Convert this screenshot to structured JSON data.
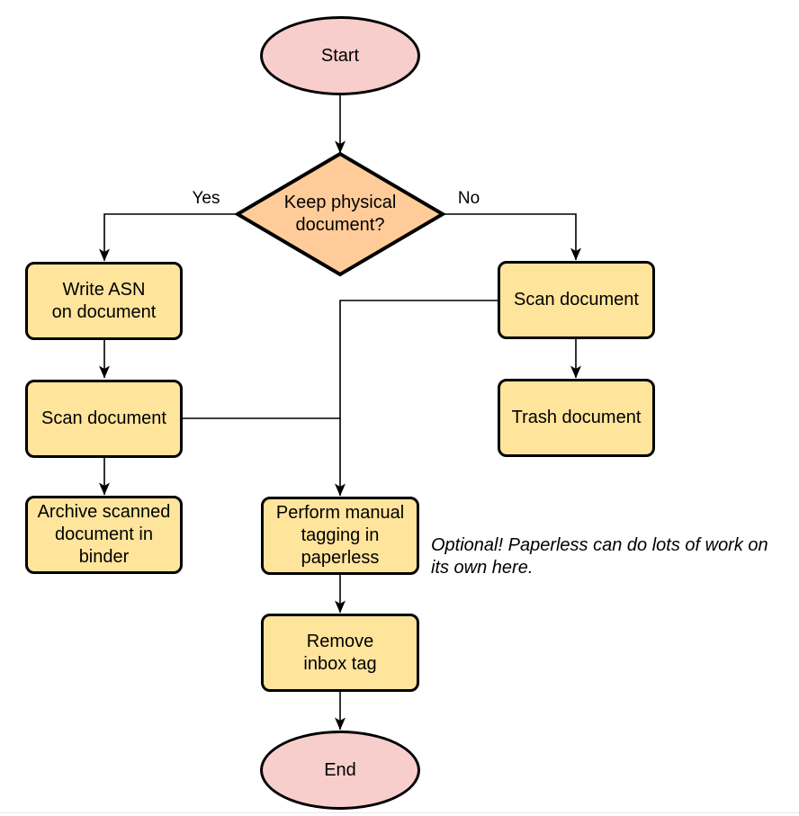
{
  "colors": {
    "canvas-bg": "#ffffff",
    "node-yellow": "#ffe49c",
    "node-orange": "#ffcc99",
    "node-pink": "#f8cecc",
    "node-border": "#000000",
    "edge-color": "#000000",
    "divider": "#f0e4e4"
  },
  "nodes": {
    "start": {
      "label": "Start",
      "shape": "ellipse"
    },
    "decision": {
      "label": [
        "Keep physical",
        "document?"
      ],
      "shape": "diamond"
    },
    "write_asn": {
      "label": [
        "Write ASN",
        "on document"
      ],
      "shape": "rect"
    },
    "scan_left": {
      "label": "Scan document",
      "shape": "rect"
    },
    "archive": {
      "label": [
        "Archive scanned",
        "document in",
        "binder"
      ],
      "shape": "rect"
    },
    "scan_right": {
      "label": "Scan document",
      "shape": "rect"
    },
    "trash": {
      "label": "Trash document",
      "shape": "rect"
    },
    "tagging": {
      "label": [
        "Perform manual",
        "tagging in",
        "paperless"
      ],
      "shape": "rect"
    },
    "remove_inbox": {
      "label": [
        "Remove",
        "inbox tag"
      ],
      "shape": "rect"
    },
    "end": {
      "label": "End",
      "shape": "ellipse"
    }
  },
  "edge_labels": {
    "yes": "Yes",
    "no": "No"
  },
  "edges": [
    {
      "from": "start",
      "to": "decision"
    },
    {
      "from": "decision",
      "to": "write_asn",
      "label": "Yes"
    },
    {
      "from": "decision",
      "to": "scan_right",
      "label": "No"
    },
    {
      "from": "write_asn",
      "to": "scan_left"
    },
    {
      "from": "scan_left",
      "to": "archive"
    },
    {
      "from": "scan_right",
      "to": "trash"
    },
    {
      "from": "scan_right",
      "to": "tagging"
    },
    {
      "from": "scan_left",
      "to": "tagging"
    },
    {
      "from": "tagging",
      "to": "remove_inbox"
    },
    {
      "from": "remove_inbox",
      "to": "end"
    }
  ],
  "annotation": {
    "text": [
      "Optional! Paperless can do lots of work on",
      "its own here."
    ]
  }
}
